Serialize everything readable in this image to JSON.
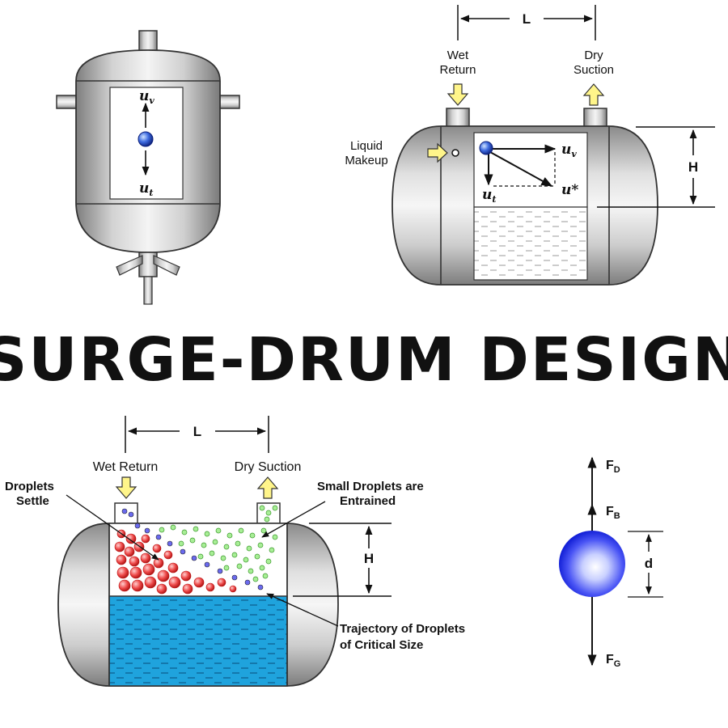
{
  "title": "SURGE-DRUM DESIGN",
  "vertical_drum": {
    "u_v": {
      "base": "u",
      "sub": "v"
    },
    "u_t": {
      "base": "u",
      "sub": "t"
    }
  },
  "horizontal_drum": {
    "length_label": "L",
    "wet_return": [
      "Wet",
      "Return"
    ],
    "dry_suction": [
      "Dry",
      "Suction"
    ],
    "liquid_makeup": [
      "Liquid",
      "Makeup"
    ],
    "height_label": "H",
    "u_v": {
      "base": "u",
      "sub": "v"
    },
    "u_t": {
      "base": "u",
      "sub": "t"
    },
    "u_star": "u*"
  },
  "droplet_drum": {
    "length_label": "L",
    "wet_return": "Wet Return",
    "dry_suction": "Dry Suction",
    "droplets_settle": [
      "Droplets",
      "Settle"
    ],
    "small_droplets": [
      "Small Droplets are",
      "Entrained"
    ],
    "height_label": "H",
    "trajectory": [
      "Trajectory of Droplets",
      "of Critical Size"
    ]
  },
  "force_diagram": {
    "f_d": {
      "base": "F",
      "sub": "D"
    },
    "f_b": {
      "base": "F",
      "sub": "B"
    },
    "f_g": {
      "base": "F",
      "sub": "G"
    },
    "diameter": "d"
  },
  "colors": {
    "steel_light": "#eeeeee",
    "steel_dark": "#8c8c8c",
    "arrow_yellow": "#fff58a",
    "liquid_blue": "#1fa3dd",
    "red_droplet": "#e23a3a",
    "green_droplet": "#7ee06a",
    "sphere_blue": "#2233ee"
  }
}
